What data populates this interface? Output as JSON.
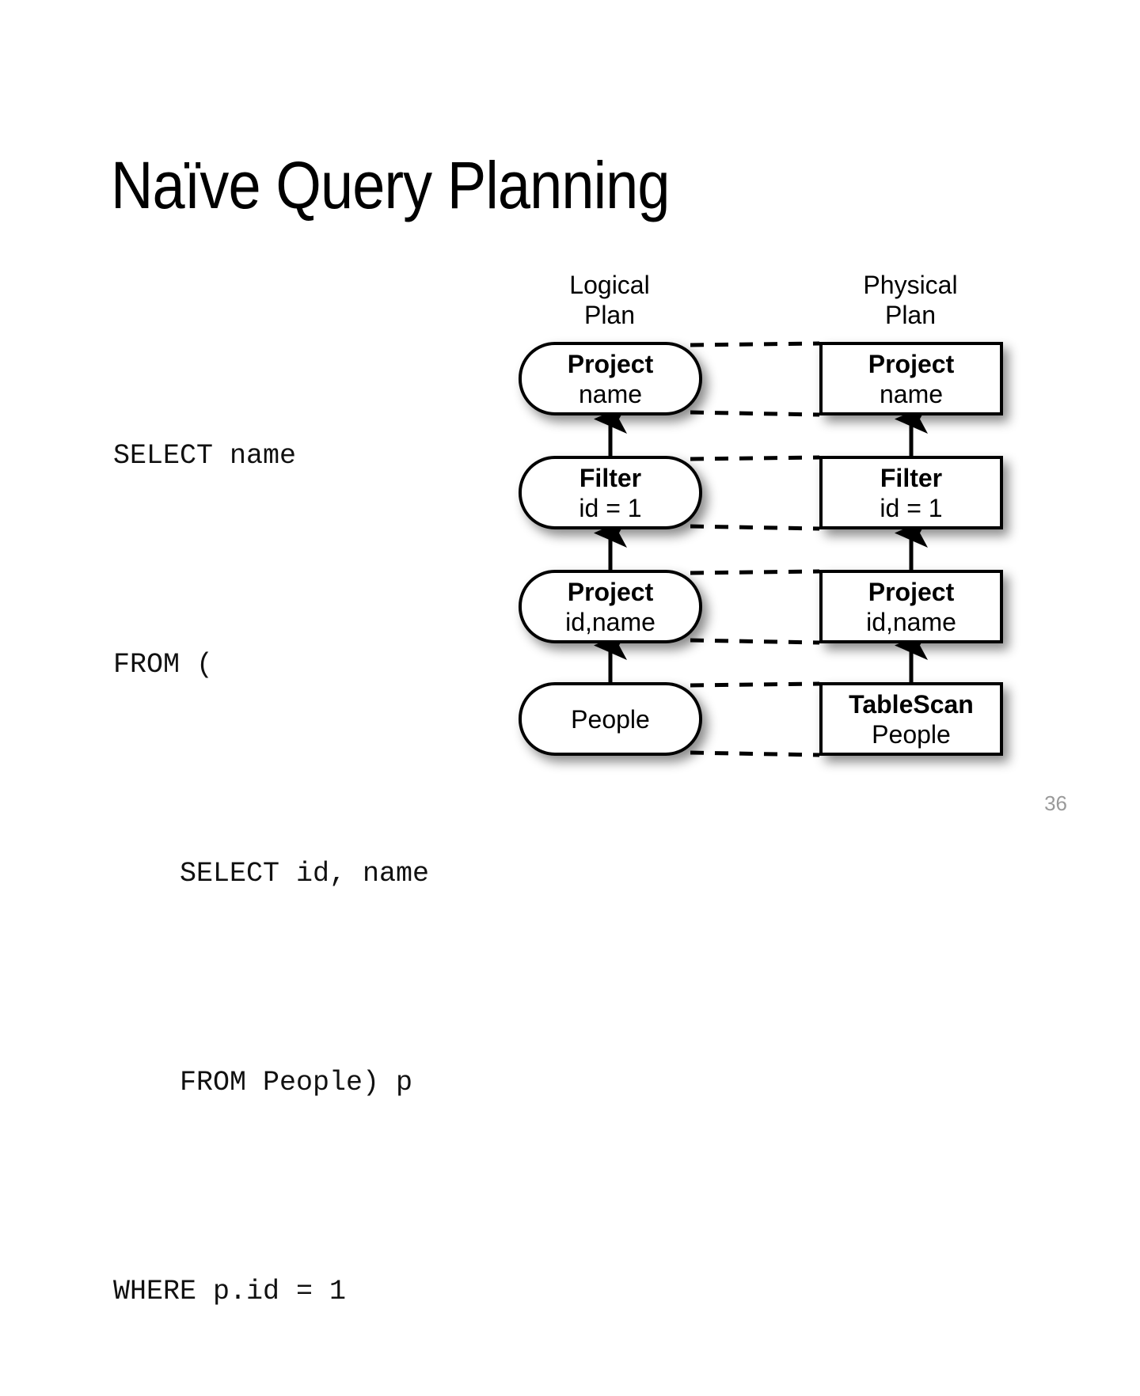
{
  "slide": {
    "title": "Naïve Query Planning",
    "page_number": "36"
  },
  "sql": {
    "lines": [
      "SELECT name",
      "FROM (",
      "    SELECT id, name",
      "    FROM People) p",
      "WHERE p.id = 1"
    ]
  },
  "diagram": {
    "columns": [
      {
        "id": "logical",
        "header_line1": "Logical",
        "header_line2": "Plan"
      },
      {
        "id": "physical",
        "header_line1": "Physical",
        "header_line2": "Plan"
      }
    ],
    "logical_nodes": [
      {
        "title": "Project",
        "sub": "name"
      },
      {
        "title": "Filter",
        "sub": "id = 1"
      },
      {
        "title": "Project",
        "sub": "id,name"
      },
      {
        "title": "",
        "sub": "People"
      }
    ],
    "physical_nodes": [
      {
        "title": "Project",
        "sub": "name"
      },
      {
        "title": "Filter",
        "sub": "id = 1"
      },
      {
        "title": "Project",
        "sub": "id,name"
      },
      {
        "title": "TableScan",
        "sub": "People"
      }
    ],
    "colors": {
      "node_border": "#000000",
      "node_fill": "#ffffff",
      "connector": "#000000",
      "page_number": "#9a9a9a"
    }
  }
}
